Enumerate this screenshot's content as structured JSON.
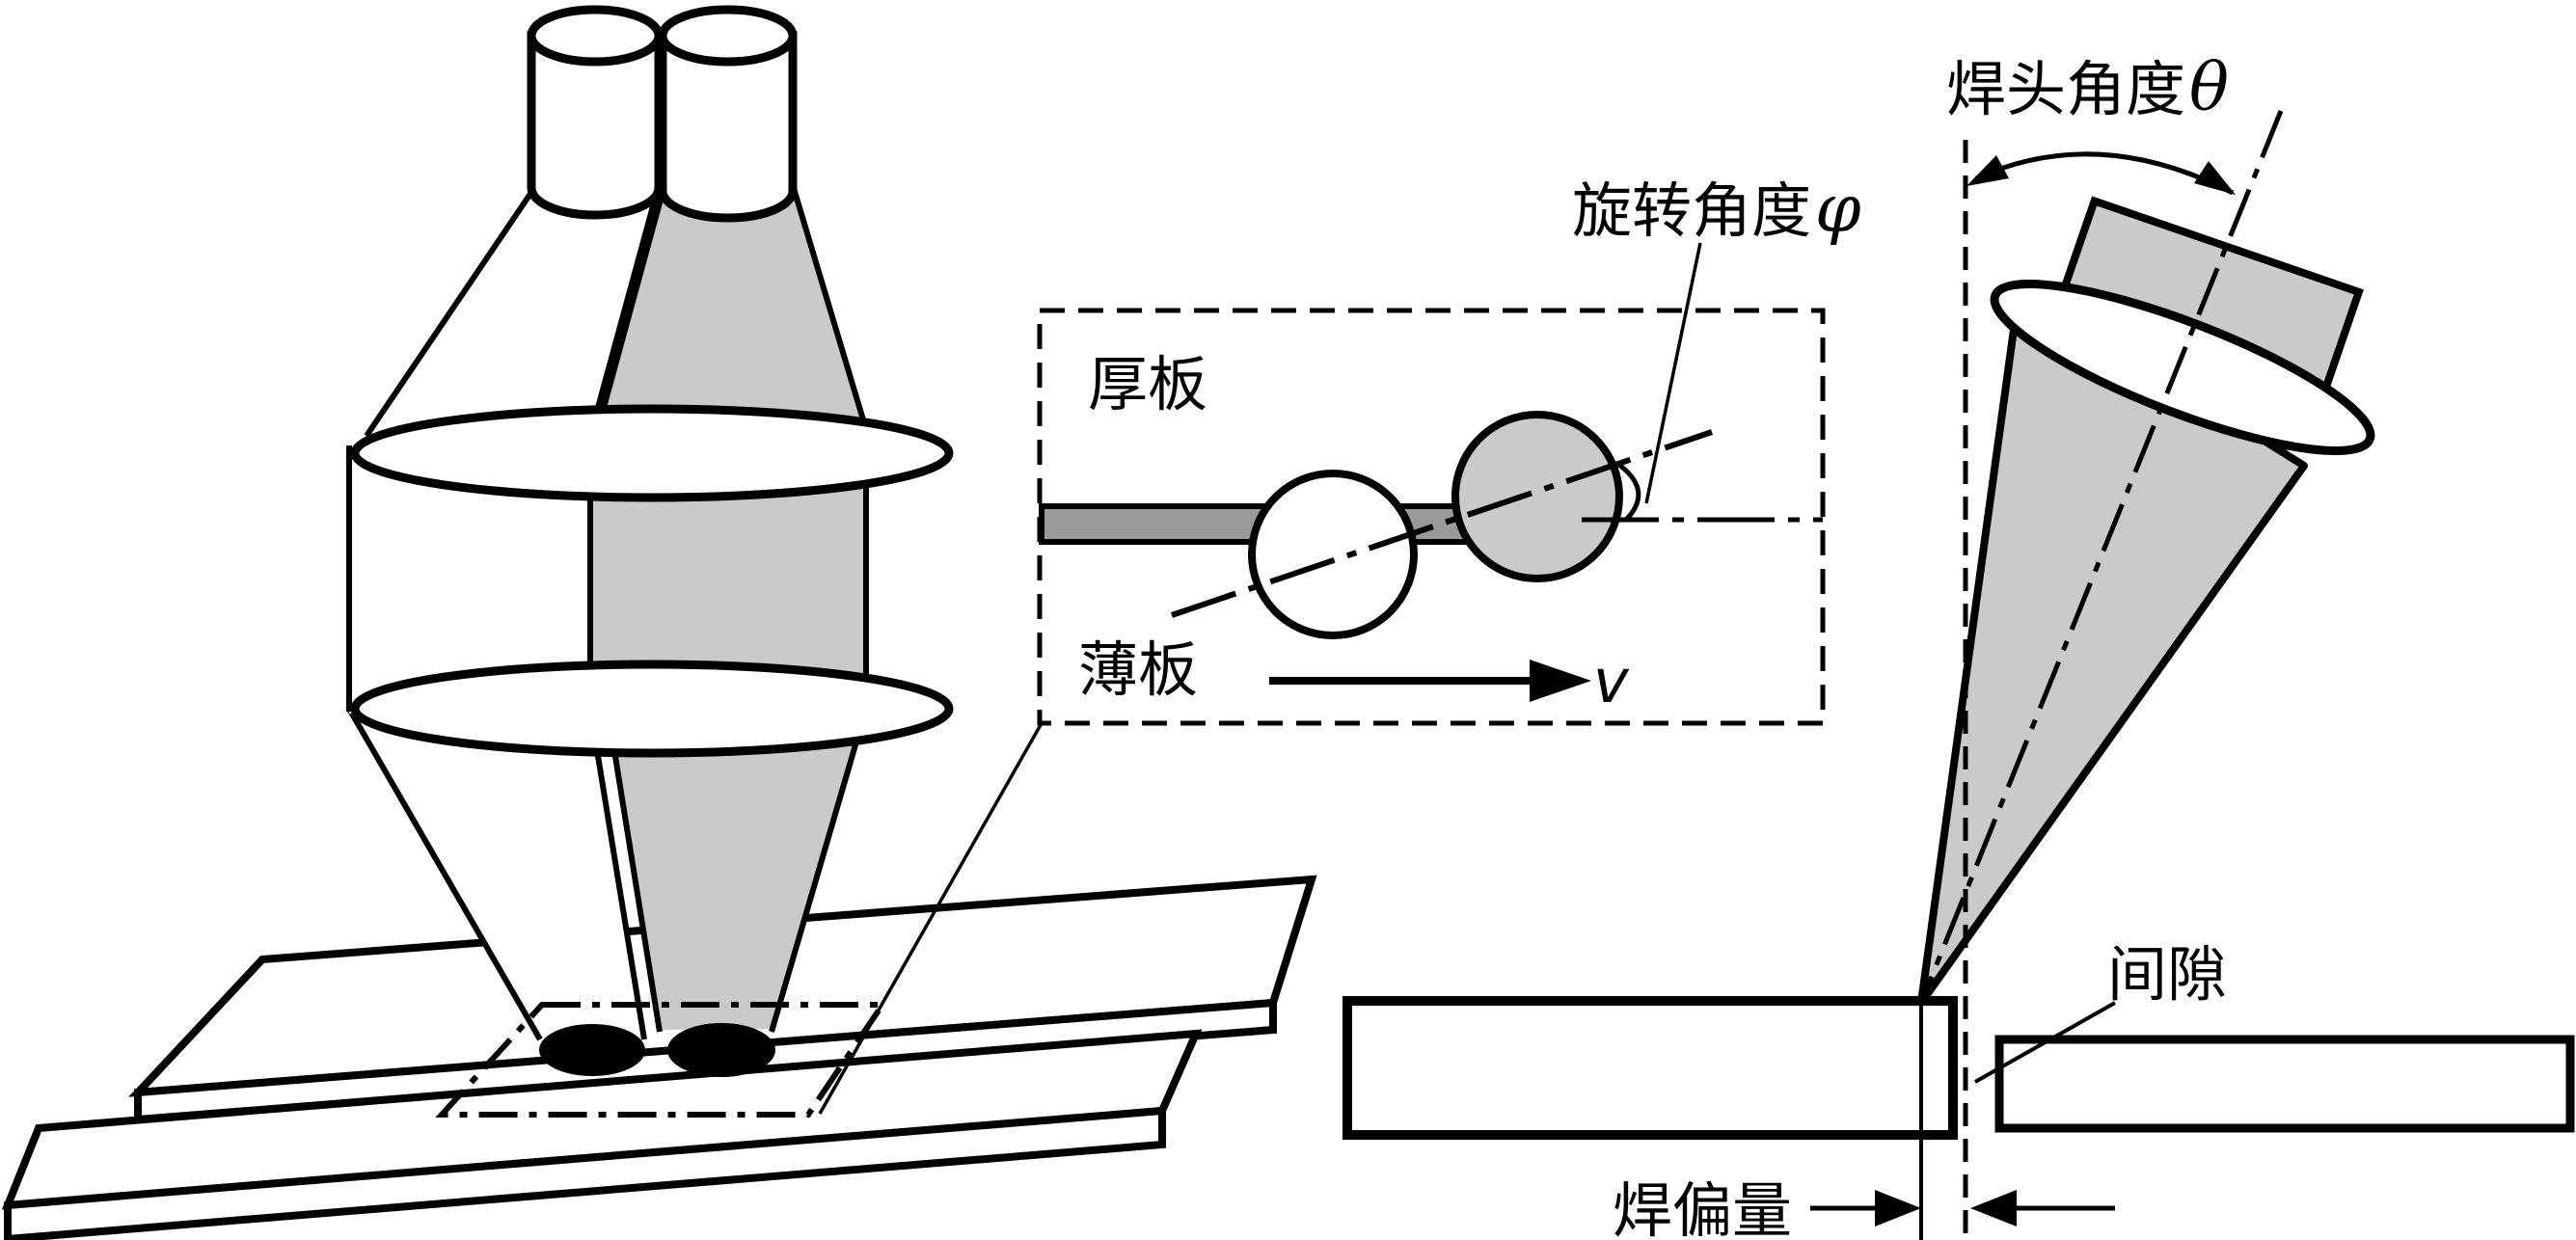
{
  "colors": {
    "ink": "#000000",
    "background": "#ffffff",
    "beam_gray": "#cacaca",
    "plate_edge_gray": "#9a9a9a"
  },
  "inset": {
    "thick_plate_label": "厚板",
    "thin_plate_label": "薄板",
    "rotation_angle_label": "旋转角度",
    "rotation_angle_symbol": "φ",
    "velocity_symbol": "v"
  },
  "right_diagram": {
    "head_angle_label": "焊头角度",
    "head_angle_symbol": "θ",
    "gap_label": "间隙",
    "weld_offset_label": "焊偏量"
  }
}
